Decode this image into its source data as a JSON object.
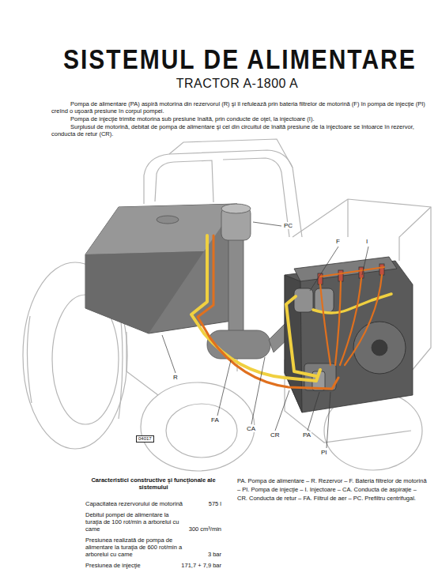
{
  "diagram": {
    "title": "SISTEMUL DE ALIMENTARE",
    "labels": [
      "TRACTOR A-1800 A",
      "Pompa de alimentare (PA) aspiră motorina din rezervorul (R) şi îl refulează prin bateria filtrelor de motorină (F) în pompa de injecţie (PI) creînd o uşoară presiune în corpul pompei.",
      "Pompa de injecţie trimite motorina sub presiune înaltă, prin conducte de oţel, la injectoare (I).",
      "Surplusul de motorină, debitat de pompa de alimentare şi cel din circuitul de înaltă presiune de la injectoare se întoarce în rezervor, conducta de retur (CR).",
      "PC",
      "F",
      "I",
      "R",
      "FA",
      "CA",
      "CR",
      "PA",
      "PI",
      "04017",
      "Caracteristici constructive şi funcţionale ale sistemului",
      "Capacitatea rezervorului de motorină",
      "575 l",
      "Debitul pompei de alimentare la turaţia de 100 rot/min a arborelui cu came",
      "300 cm³/min",
      "Presiunea realizată de pompa de alimentare la turaţia de 600 rot/min a arborelui cu came",
      "3 bar",
      "Presiunea de injecţie",
      "171,7 + 7,9 bar",
      "PA. Pompa de alimentare – R. Rezervor – F. Bateria filtrelor de motorină – PI. Pompa de injecţie – I. Injectoare – CA. Conducta de aspiraţie – CR. Conducta de retur – FA. Filtrul de aer – PC. Prefiltru centrifugal."
    ]
  }
}
